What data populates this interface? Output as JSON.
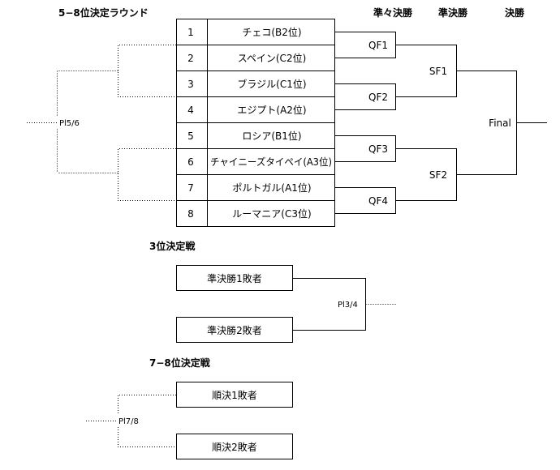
{
  "headers": {
    "main": "5−8位決定ラウンド",
    "qf": "準々決勝",
    "sf": "準決勝",
    "final": "決勝"
  },
  "teams": [
    {
      "num": "1",
      "name": "チェコ(B2位)"
    },
    {
      "num": "2",
      "name": "スペイン(C2位)"
    },
    {
      "num": "3",
      "name": "ブラジル(C1位)"
    },
    {
      "num": "4",
      "name": "エジプト(A2位)"
    },
    {
      "num": "5",
      "name": "ロシア(B1位)"
    },
    {
      "num": "6",
      "name": "チャイニーズタイペイ(A3位)"
    },
    {
      "num": "7",
      "name": "ポルトガル(A1位)"
    },
    {
      "num": "8",
      "name": "ルーマニア(C3位)"
    }
  ],
  "qf_labels": [
    "QF1",
    "QF2",
    "QF3",
    "QF4"
  ],
  "sf_labels": [
    "SF1",
    "SF2"
  ],
  "final_label": "Final",
  "pl56_label": "Pl5/6",
  "third": {
    "title": "3位決定戦",
    "box1": "準決勝1敗者",
    "box2": "準決勝2敗者",
    "label": "Pl3/4"
  },
  "seventh": {
    "title": "7−8位決定戦",
    "box1": "順決1敗者",
    "box2": "順決2敗者",
    "label": "Pl7/8"
  }
}
